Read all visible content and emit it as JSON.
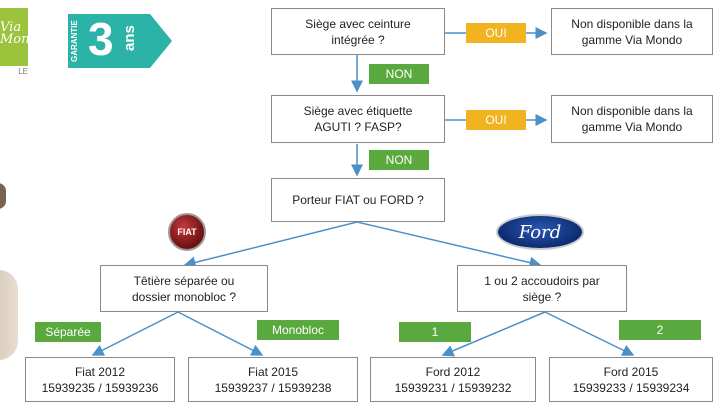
{
  "logo": {
    "brand": "Via Mondo",
    "band_text": "LE"
  },
  "warranty": {
    "label": "GARANTIE",
    "number": "3",
    "unit": "ans"
  },
  "nodes": {
    "q_ceinture": "Siège avec ceinture\nintégrée ?",
    "q_etiquette": "Siège avec étiquette\nAGUTI ? FASP?",
    "q_porteur": "Porteur FIAT ou FORD ?",
    "q_tetiere": "Têtière séparée ou\ndossier monobloc ?",
    "q_accoudoirs": "1 ou 2 accoudoirs par\nsiège ?",
    "nd_1": "Non disponible dans la\ngamme Via Mondo",
    "nd_2": "Non disponible dans la\ngamme Via Mondo",
    "fiat_2012": "Fiat 2012\n15939235 / 15939236",
    "fiat_2015": "Fiat 2015\n15939237 / 15939238",
    "ford_2012": "Ford 2012\n15939231 / 15939232",
    "ford_2015": "Ford 2015\n15939233 / 15939234"
  },
  "tags": {
    "oui_1": "OUI",
    "oui_2": "OUI",
    "non_1": "NON",
    "non_2": "NON",
    "separee": "Séparée",
    "monobloc": "Monobloc",
    "one": "1",
    "two": "2"
  },
  "brands": {
    "fiat": "FIAT",
    "ford": "Ford"
  },
  "colors": {
    "green": "#5aa93f",
    "orange": "#f2b320",
    "arrow": "#4a90c9",
    "border": "#8a8a8a"
  }
}
